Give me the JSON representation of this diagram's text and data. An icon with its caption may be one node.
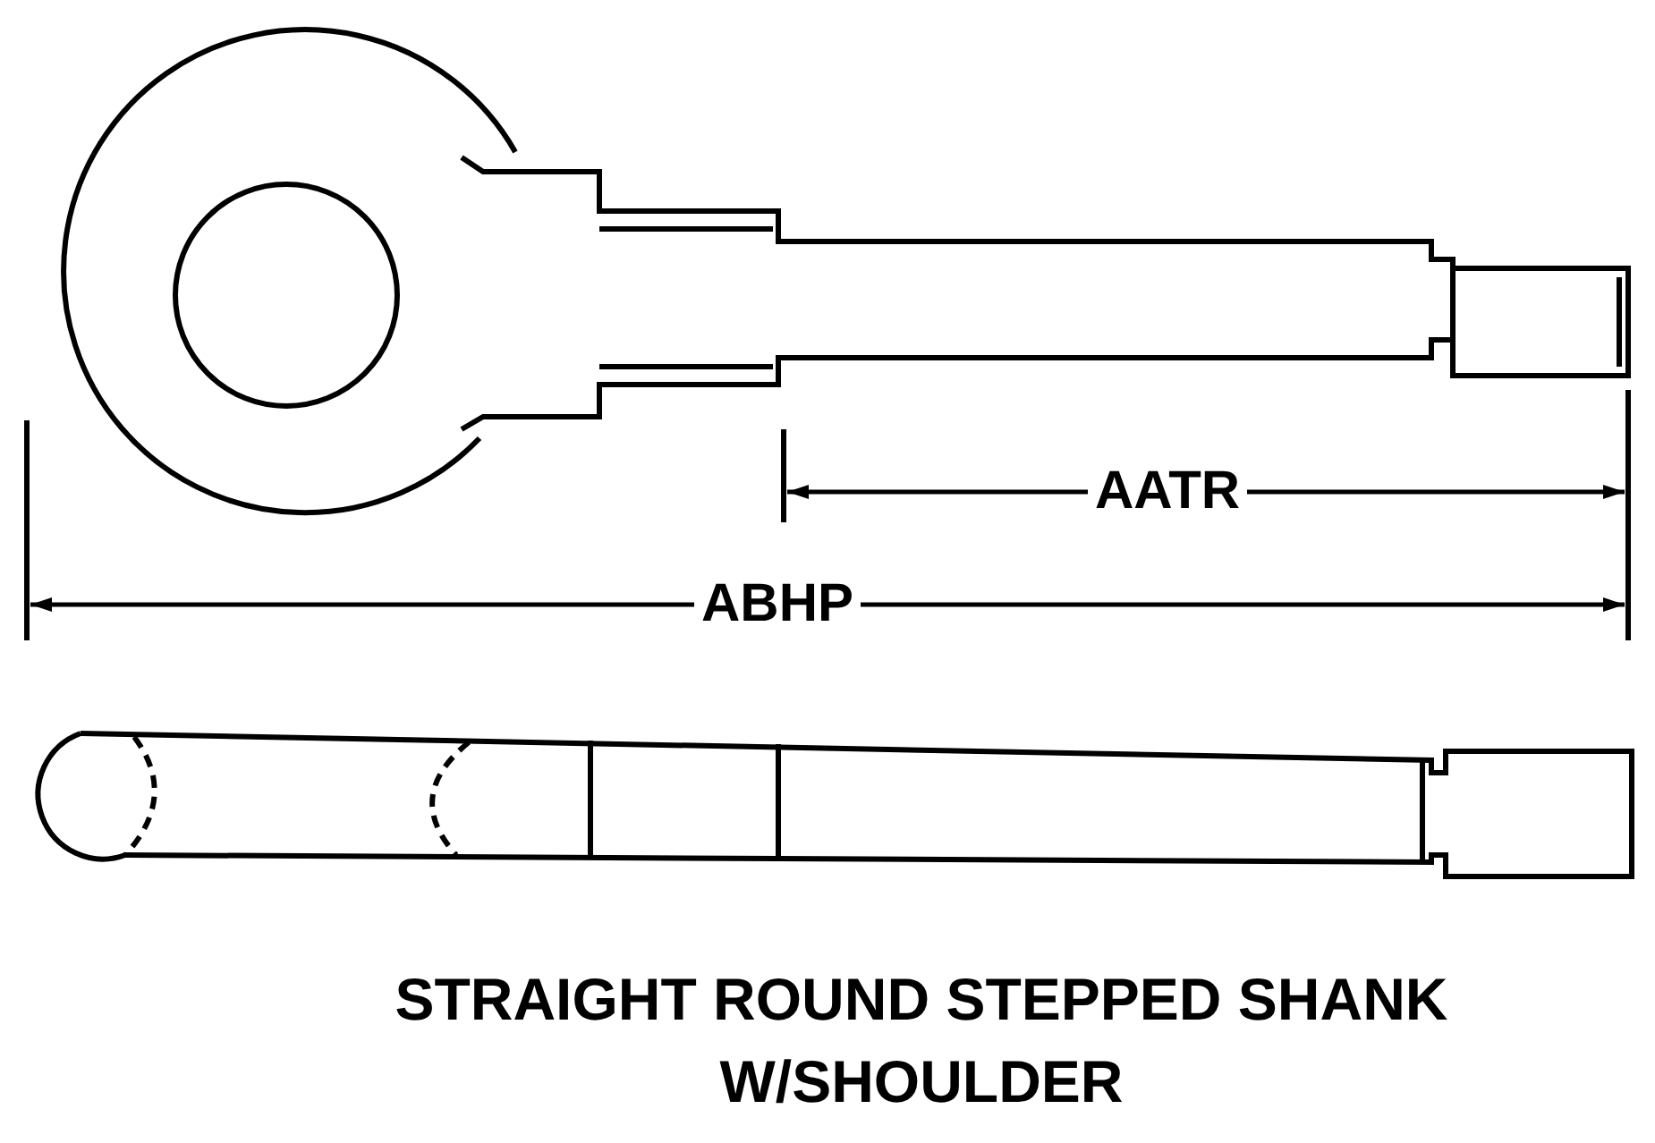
{
  "diagram": {
    "caption": "STRAIGHT ROUND STEPPED SHANK W/SHOULDER",
    "labels": [
      "AATR",
      "ABHP"
    ]
  }
}
